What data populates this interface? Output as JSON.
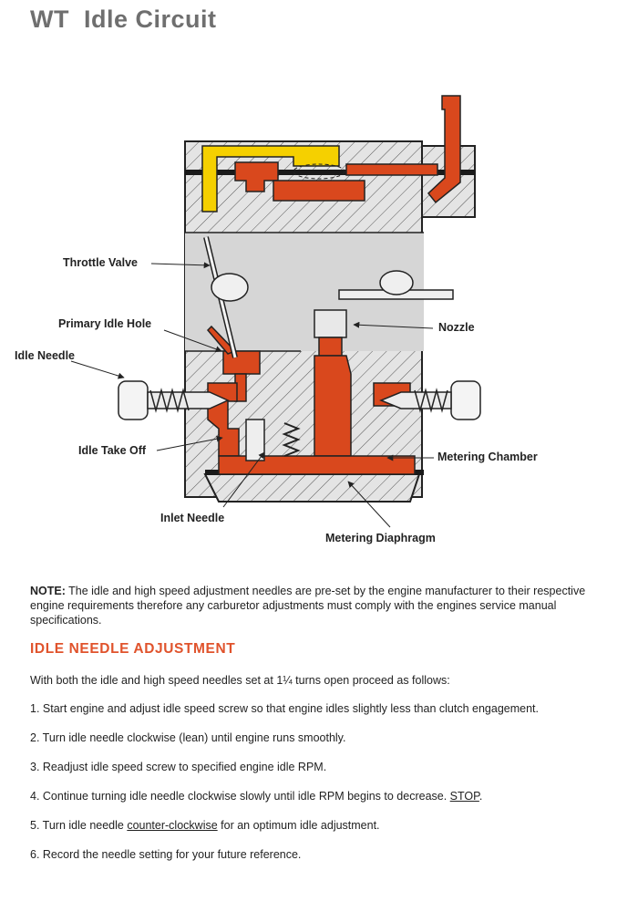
{
  "page": {
    "title": "WT  Idle Circuit"
  },
  "diagram": {
    "labels": {
      "throttle_valve": "Throttle Valve",
      "primary_idle_hole": "Primary Idle Hole",
      "idle_needle": "Idle Needle",
      "idle_take_off": "Idle Take Off",
      "inlet_needle": "Inlet Needle",
      "nozzle": "Nozzle",
      "metering_chamber": "Metering Chamber",
      "metering_diaphragm": "Metering Diaphragm"
    },
    "colors": {
      "fuel": "#d9481d",
      "air_passage": "#f5d000",
      "body_gray": "#e4e4e4",
      "bore_gray": "#d3d3d3",
      "outline": "#222222",
      "gasket": "#1a1a1a"
    }
  },
  "note": {
    "lead": "NOTE:",
    "text": " The idle and high speed adjustment needles are pre-set by the engine manufacturer to their respective engine requirements therefore any carburetor adjustments must comply with the engines service manual specifications."
  },
  "section": {
    "heading": "IDLE NEEDLE ADJUSTMENT",
    "heading_color": "#e0532c",
    "intro": "With both the idle and high speed needles set at 1¼ turns open proceed as follows:"
  },
  "steps": {
    "s1": "1. Start engine and adjust idle speed screw so that engine idles slightly less than clutch engagement.",
    "s2": "2. Turn idle needle clockwise (lean) until engine runs smoothly.",
    "s3": "3. Readjust idle speed screw to specified engine idle RPM.",
    "s4_pre": "4. Continue turning idle needle clockwise slowly until idle RPM begins to decrease. ",
    "s4_stop": "STOP",
    "s4_post": ".",
    "s5_pre": "5. Turn idle needle ",
    "s5_ccw": "counter-clockwise",
    "s5_post": " for an optimum idle adjustment.",
    "s6": "6. Record the needle setting for your future reference."
  }
}
